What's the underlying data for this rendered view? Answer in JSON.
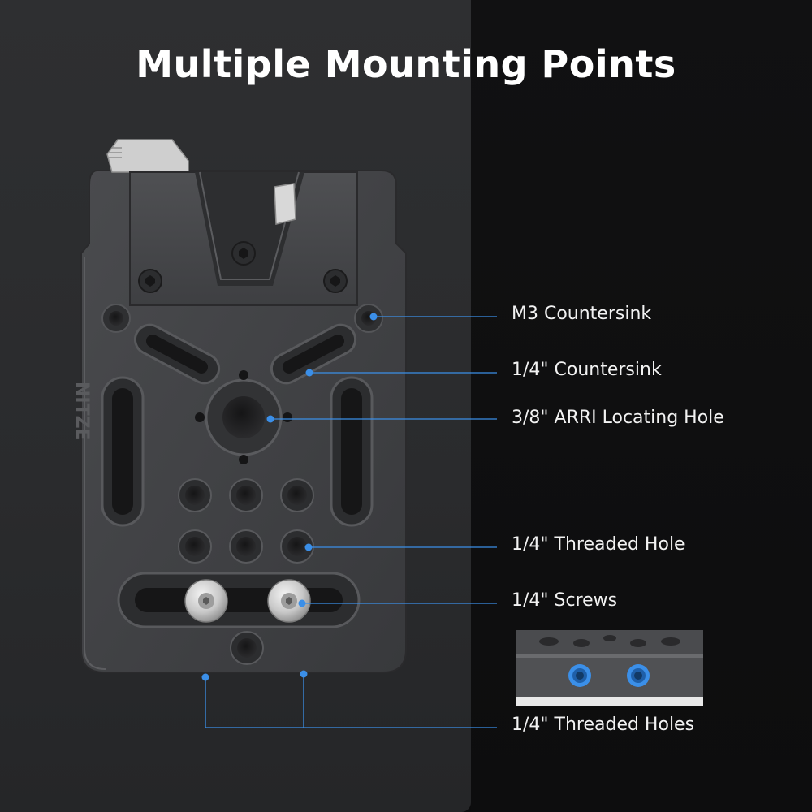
{
  "title": "Multiple Mounting Points",
  "accent_color": "#3b8fe8",
  "brand_engraving": "NITZE",
  "callouts": [
    {
      "label": "M3 Countersink"
    },
    {
      "label": "1/4\" Countersink"
    },
    {
      "label": "3/8\" ARRI Locating Hole"
    },
    {
      "label": "1/4\" Threaded Hole"
    },
    {
      "label": "1/4\" Screws"
    },
    {
      "label": "1/4\" Threaded Holes"
    }
  ]
}
